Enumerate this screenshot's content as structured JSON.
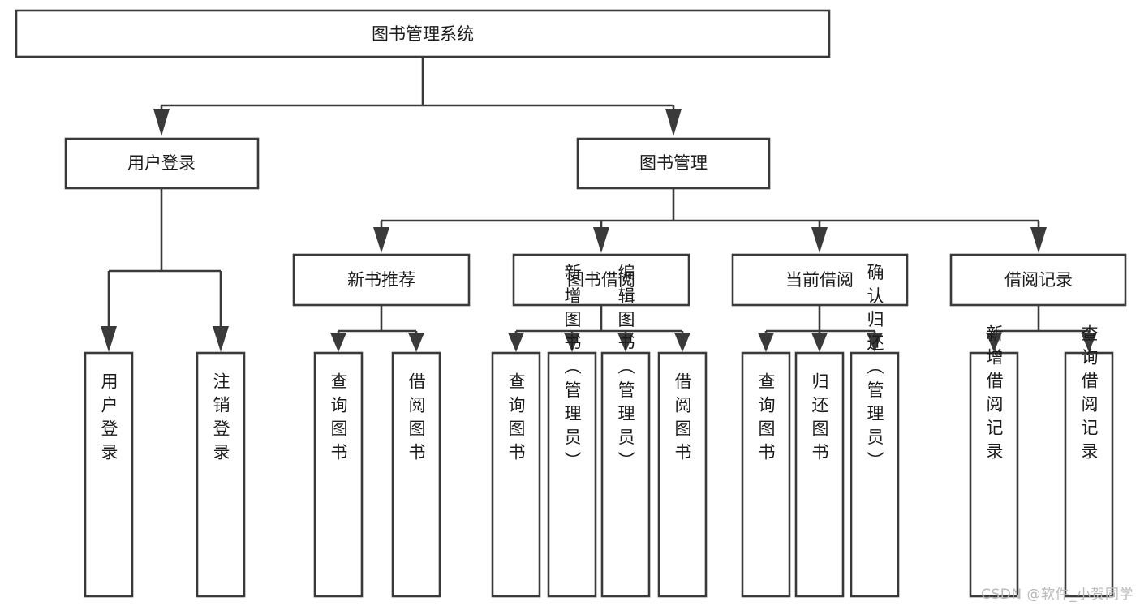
{
  "diagram": {
    "title": "图书管理系统",
    "type": "tree",
    "orientation": "top-down",
    "theme": {
      "background": "#ffffff",
      "box_fill": "#ffffff",
      "box_stroke": "#3a3a3a",
      "connector": "#3a3a3a",
      "text": "#1c1c1c",
      "watermark": "#b9b9b9"
    },
    "root": {
      "id": "root",
      "label": "图书管理系统"
    },
    "level1": [
      {
        "id": "login",
        "label": "用户登录"
      },
      {
        "id": "bookmgmt",
        "label": "图书管理"
      }
    ],
    "level2": [
      {
        "id": "newbook",
        "label": "新书推荐",
        "parent": "bookmgmt"
      },
      {
        "id": "borrow",
        "label": "图书借阅",
        "parent": "bookmgmt"
      },
      {
        "id": "current",
        "label": "当前借阅",
        "parent": "bookmgmt"
      },
      {
        "id": "record",
        "label": "借阅记录",
        "parent": "bookmgmt"
      }
    ],
    "leaves": [
      {
        "id": "leaf-login-1",
        "label": "用户登录",
        "parent": "login"
      },
      {
        "id": "leaf-login-2",
        "label": "注销登录",
        "parent": "login"
      },
      {
        "id": "leaf-newbook-1",
        "label": "查询图书",
        "parent": "newbook"
      },
      {
        "id": "leaf-newbook-2",
        "label": "借阅图书",
        "parent": "newbook"
      },
      {
        "id": "leaf-borrow-1",
        "label": "查询图书",
        "parent": "borrow"
      },
      {
        "id": "leaf-borrow-2",
        "label": "新增图书（管理员）",
        "parent": "borrow"
      },
      {
        "id": "leaf-borrow-3",
        "label": "编辑图书（管理员）",
        "parent": "borrow"
      },
      {
        "id": "leaf-borrow-4",
        "label": "借阅图书",
        "parent": "borrow"
      },
      {
        "id": "leaf-current-1",
        "label": "查询图书",
        "parent": "current"
      },
      {
        "id": "leaf-current-2",
        "label": "归还图书",
        "parent": "current"
      },
      {
        "id": "leaf-current-3",
        "label": "确认归还（管理员）",
        "parent": "current"
      },
      {
        "id": "leaf-record-1",
        "label": "新增借阅记录",
        "parent": "record"
      },
      {
        "id": "leaf-record-2",
        "label": "查询借阅记录",
        "parent": "record"
      }
    ]
  },
  "watermark": {
    "text": "CSDN @软件_小贺同学"
  }
}
